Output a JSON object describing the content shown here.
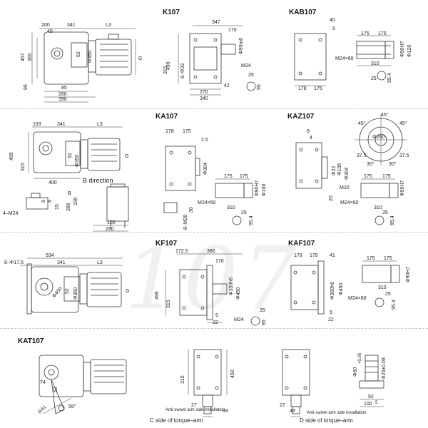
{
  "watermark": "107",
  "titles": {
    "k": "K107",
    "kab": "KAB107",
    "ka": "KA107",
    "kaz": "KAZ107",
    "kf": "KF107",
    "kaf": "KAF107",
    "kat": "KAT107"
  },
  "labels": {
    "b_direction": "B direction",
    "c_side": "C side of torque–arm",
    "d_side": "D side of torque–arm",
    "anti_swivel_c": "Anti-swivel arm side installation",
    "anti_swivel_d": "Anti-swivel arm side installation"
  },
  "dims": {
    "k_side": [
      "200",
      "40",
      "341",
      "L3",
      "457",
      "360",
      "52",
      "Φ350",
      "G",
      "95",
      "85",
      "280",
      "390"
    ],
    "k_front": [
      "347",
      "170",
      "Φ90m6",
      "499",
      "315",
      "8–Φ33",
      "M24",
      "270",
      "340",
      "42",
      "25",
      "95"
    ],
    "kab": [
      "40",
      "5",
      "175",
      "175",
      "Φ90H7",
      "Φ120",
      "M24×60",
      "310",
      "25",
      "95.4",
      "178",
      "175"
    ],
    "ka_side": [
      "193",
      "341",
      "L3",
      "499",
      "315",
      "52",
      "Φ350",
      "G",
      "400",
      "B",
      "4–M24",
      "266",
      "190",
      "100",
      "290",
      "8",
      "8",
      "15"
    ],
    "ka_front": [
      "178",
      "175",
      "2.5",
      "Φ304",
      "175",
      "175",
      "Φ90H7",
      "Φ100",
      "M24×60",
      "310",
      "25",
      "95.4",
      "8–M20",
      "30"
    ],
    "kaz": [
      "8",
      "4",
      "45°",
      "45°",
      "45°",
      "Φ260",
      "37.5",
      "30°",
      "30°",
      "37.5",
      "Φ22",
      "Φ304",
      "Φ106",
      "M20",
      "20",
      "175",
      "175",
      "Φ90H7",
      "M24×60",
      "310",
      "25",
      "95.4"
    ],
    "kf_side": [
      "534",
      "8–Φ17.5",
      "341",
      "L3",
      "Φ400",
      "52",
      "Φ350",
      "G"
    ],
    "kf_front": [
      "172.5",
      "386",
      "170",
      "499",
      "315",
      "Φ350h6",
      "Φ450",
      "5",
      "22",
      "M24",
      "25",
      "95"
    ],
    "kaf": [
      "178",
      "175",
      "41",
      "Φ350h6",
      "Φ450",
      "5",
      "22",
      "175",
      "175",
      "Φ90H7",
      "M24×60",
      "310",
      "25",
      "95.4"
    ],
    "kat": [
      "74",
      "52",
      "R41",
      "55°"
    ],
    "kat_c": [
      "315",
      "450",
      "27",
      "49"
    ],
    "kat_d": [
      "27",
      "49"
    ],
    "kat_pin": [
      "Φ60",
      "+0.05",
      "Φ25±0.08",
      "92",
      "100",
      "5"
    ]
  }
}
